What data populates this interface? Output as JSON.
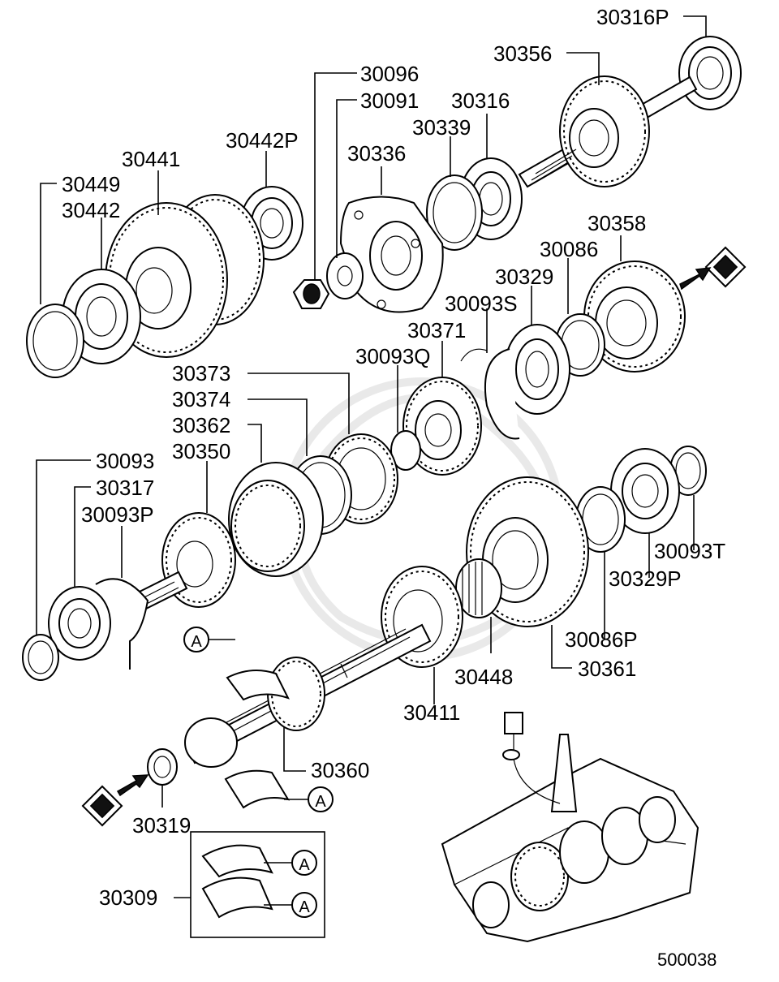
{
  "diagram": {
    "parts": {
      "p30316P": "30316P",
      "p30356": "30356",
      "p30096": "30096",
      "p30091": "30091",
      "p30316": "30316",
      "p30339": "30339",
      "p30442P": "30442P",
      "p30336": "30336",
      "p30441": "30441",
      "p30449": "30449",
      "p30442": "30442",
      "p30358": "30358",
      "p30086": "30086",
      "p30329": "30329",
      "p30093S": "30093S",
      "p30371": "30371",
      "p30093Q": "30093Q",
      "p30373": "30373",
      "p30374": "30374",
      "p30362": "30362",
      "p30350": "30350",
      "p30093": "30093",
      "p30317": "30317",
      "p30093P": "30093P",
      "p30093T": "30093T",
      "p30329P": "30329P",
      "p30086P": "30086P",
      "p30448": "30448",
      "p30361": "30361",
      "p30411": "30411",
      "p30360": "30360",
      "p30319": "30319",
      "p30309": "30309"
    },
    "callout_letter": "A",
    "footer_code": "500038"
  }
}
